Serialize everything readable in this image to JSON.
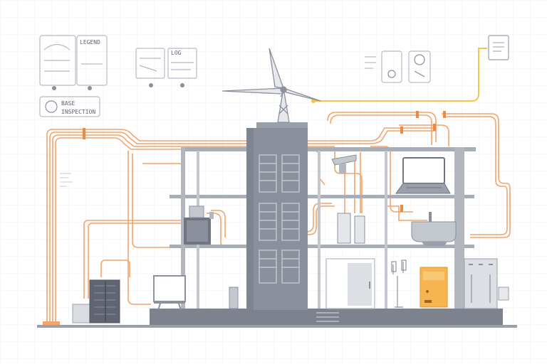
{
  "labels": {
    "top_left_panel": "LEGEND",
    "mid_left_panel": "LOG",
    "callout_line1": "BASE",
    "callout_line2": "INSPECTION"
  },
  "colors": {
    "background": "#ffffff",
    "grid": "#eef0f3",
    "pipe_orange": "#f2a46a",
    "pipe_orange_dark": "#e88b46",
    "signal_yellow": "#f4c648",
    "structure_grey": "#9aa0aa",
    "structure_dark": "#6f7682",
    "tower_grey": "#8b919c",
    "device_orange": "#f7b552",
    "floor_base": "#7c838f"
  },
  "icons": {
    "turbine": "wind-turbine-icon",
    "laptop": "laptop-icon",
    "monitor": "monitor-icon",
    "server": "server-cabinet-icon",
    "appliance": "appliance-unit-icon",
    "document": "document-icon",
    "router": "router-icon",
    "sink": "sink-icon"
  }
}
